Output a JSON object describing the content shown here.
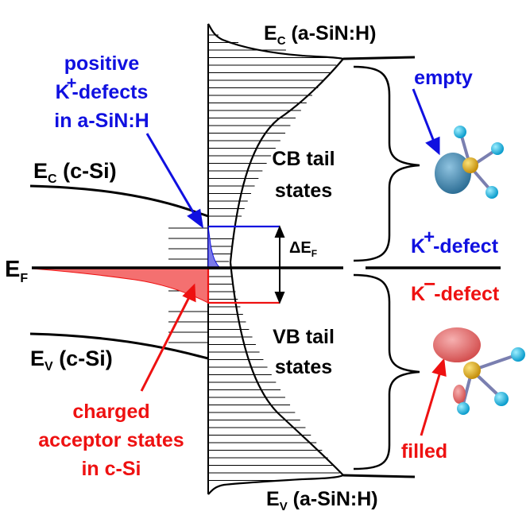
{
  "labels": {
    "ec_sin_main": "E",
    "ec_sin_sub": "C",
    "ec_sin_rest": " (a-SiN:H)",
    "ev_sin_main": "E",
    "ev_sin_sub": "V",
    "ev_sin_rest": " (a-SiN:H)",
    "ec_si_main": "E",
    "ec_si_sub": "C",
    "ec_si_rest": " (c-Si)",
    "ev_si_main": "E",
    "ev_si_sub": "V",
    "ev_si_rest": " (c-Si)",
    "ef_main": "E",
    "ef_sub": "F",
    "delta_ef_main": "ΔE",
    "delta_ef_sub": "F",
    "positive_line1": "positive",
    "positive_line2_k": "K",
    "positive_line2_sup": "+",
    "positive_line2_rest": "-defects",
    "positive_line3": "in a-SiN:H",
    "cb_line1": "CB tail",
    "cb_line2": "states",
    "vb_line1": "VB tail",
    "vb_line2": "states",
    "empty": "empty",
    "filled": "filled",
    "kplus_k": "K",
    "kplus_sup": "+",
    "kplus_rest": "-defect",
    "kminus_k": "K",
    "kminus_sup": "−",
    "kminus_rest": "-defect",
    "charged_line1": "charged",
    "charged_line2": "acceptor states",
    "charged_line3": "in c-Si"
  },
  "colors": {
    "positive": "#1010e0",
    "negative": "#ee1111",
    "positive_fill": "#7a7ae8",
    "negative_fill": "#f47070",
    "orbital_blue": "#3e86b0",
    "orbital_red": "#e56a6a",
    "silicon_atom": "#e4b21e",
    "hydrogen_atom": "#1cc0e8"
  }
}
